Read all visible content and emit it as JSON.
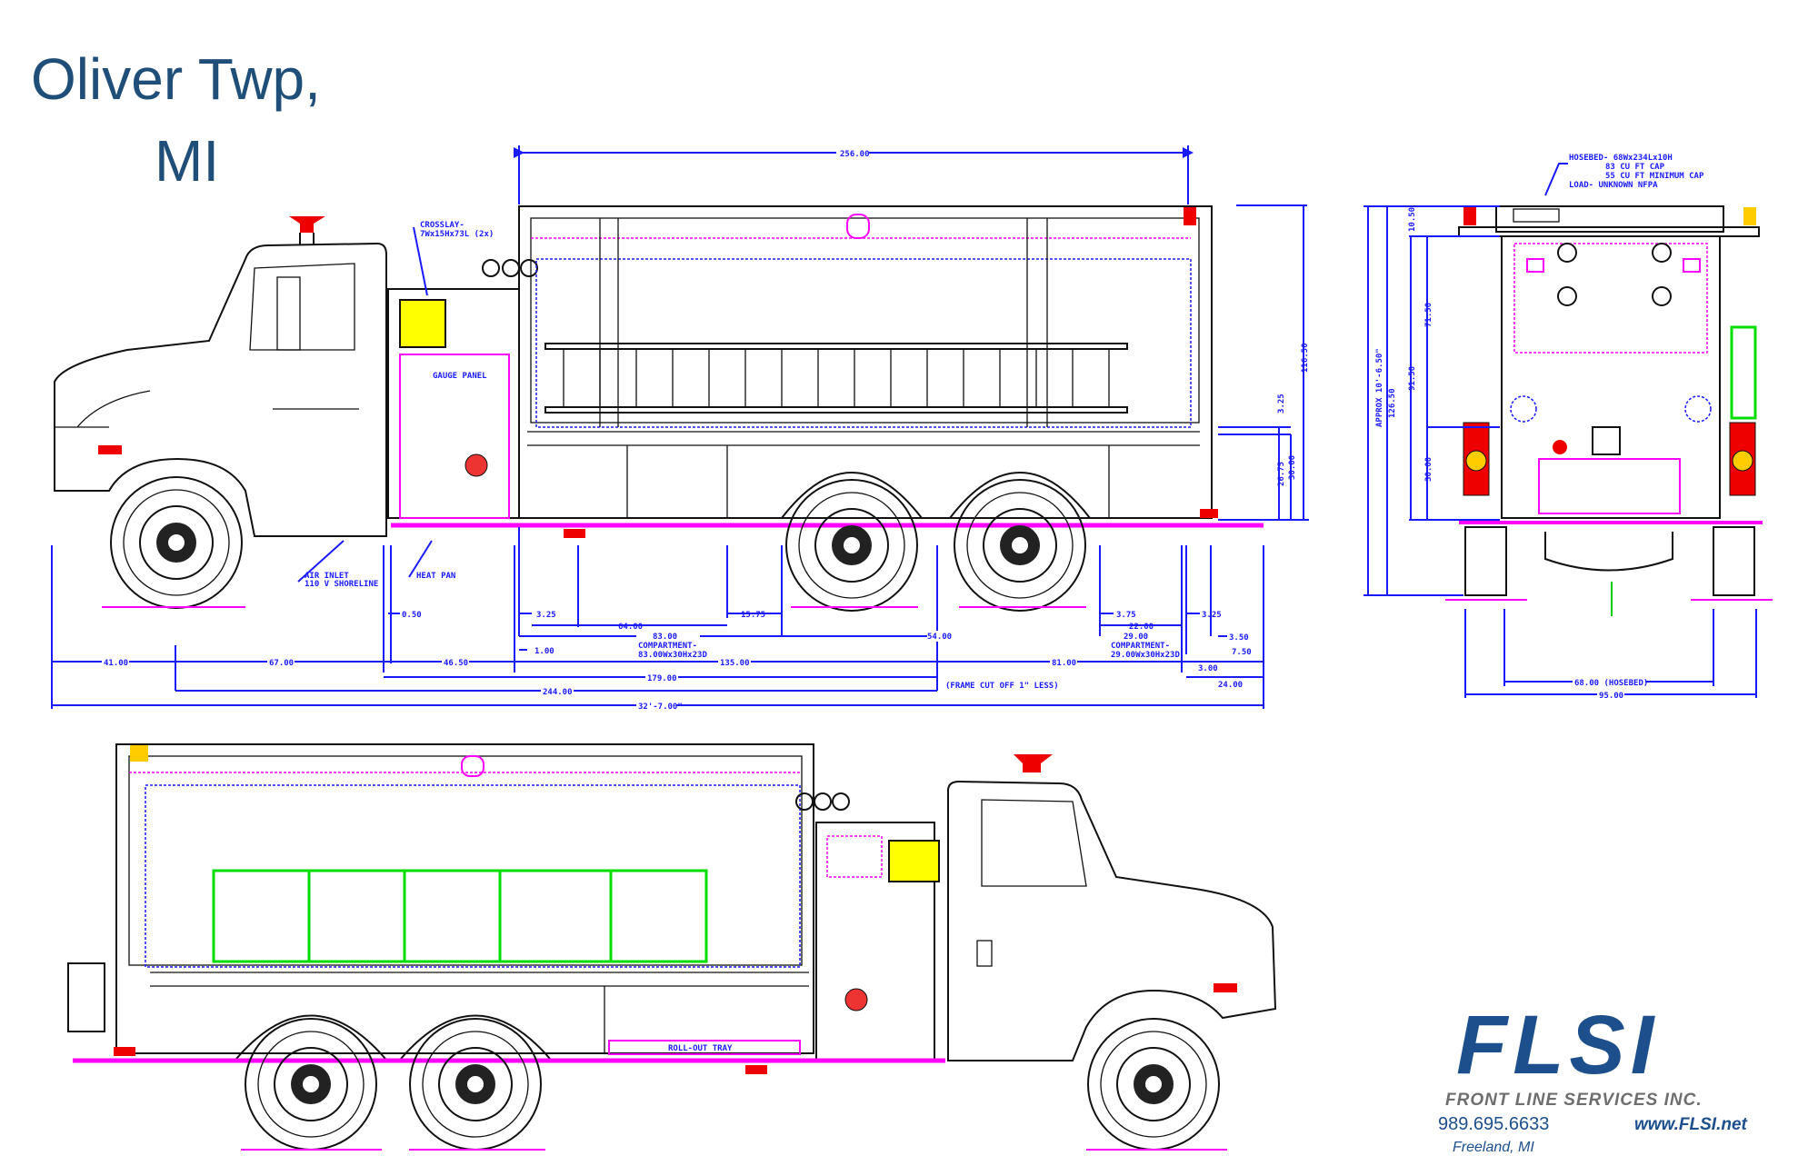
{
  "title": {
    "line1": "Oliver Twp,",
    "line2": "MI"
  },
  "side_view": {
    "overall_body": "256.00",
    "crosslay_1": "CROSSLAY-",
    "crosslay_2": "7Wx15Hx73L (2x)",
    "gauge_panel": "GAUGE PANEL",
    "air_inlet_1": "AIR INLET",
    "air_inlet_2": "110 V SHORELINE",
    "heat_pan": "HEAT PAN",
    "dims": {
      "d050": "0.50",
      "d325a": "3.25",
      "d6400": "64.00",
      "d1575": "15.75",
      "d8300": "83.00",
      "comp1_1": "COMPARTMENT-",
      "comp1_2": "83.00Wx30Hx23D",
      "d100": "1.00",
      "d4650": "46.50",
      "d13500": "135.00",
      "d17900": "179.00",
      "d24400": "244.00",
      "overall": "32'-7.00\"",
      "frame_note": "(FRAME CUT OFF 1\" LESS)",
      "d4100": "41.00",
      "d6700": "67.00",
      "d5400": "54.00",
      "d8100": "81.00",
      "d375": "3.75",
      "d2200": "22.00",
      "d2900": "29.00",
      "comp2_1": "COMPARTMENT-",
      "comp2_2": "29.00Wx30Hx23D",
      "d325b": "3.25",
      "d350": "3.50",
      "d300": "3.00",
      "d750": "7.50",
      "d2400": "24.00",
      "v325": "3.25",
      "v2675": "26.75",
      "v3000": "30.00",
      "v11650": "116.50"
    }
  },
  "rear_view": {
    "hosebed_1": "HOSEBED- 68Wx234Lx10H",
    "hosebed_2": "83 CU FT CAP",
    "hosebed_3": "55 CU FT MINIMUM CAP",
    "hosebed_4": "LOAD- UNKNOWN NFPA",
    "approx": "APPROX 10'-6.50\"",
    "v12650": "126.50",
    "v9150": "91.50",
    "v1050": "10.50",
    "v7150": "71.50",
    "v3000": "30.00",
    "w_hosebed": "68.00 (HOSEBED)",
    "w_overall": "95.00"
  },
  "other_side_view": {
    "rollout_tray": "ROLL-OUT TRAY"
  },
  "logo": {
    "mark": "FLSI",
    "company": "FRONT LINE SERVICES INC.",
    "phone": "989.695.6633",
    "website": "www.FLSI.net",
    "location": "Freeland, MI",
    "colors": {
      "blue": "#1c4f8c",
      "gray": "#6e6e6e"
    }
  }
}
